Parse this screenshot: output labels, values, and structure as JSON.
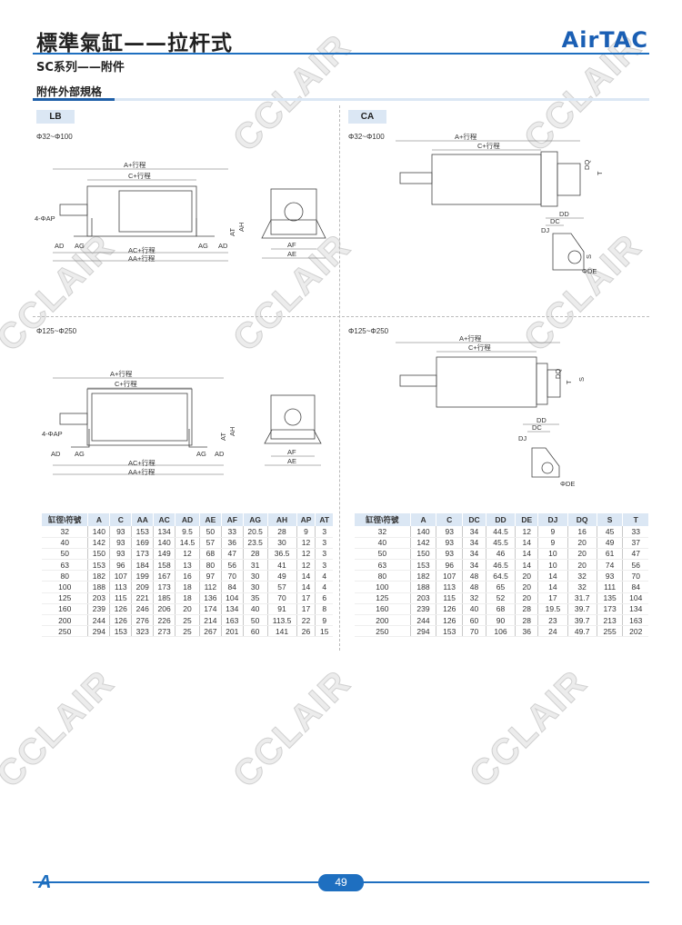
{
  "header": {
    "title": "標準氣缸——拉杆式",
    "brand": "AirTAC",
    "subtitle": "SC系列——附件",
    "section": "附件外部規格"
  },
  "watermark": "CCLAIR",
  "lb": {
    "tag": "LB",
    "range_small": "Φ32~Φ100",
    "range_large": "Φ125~Φ250",
    "labels": {
      "a": "A+行程",
      "c": "C+行程",
      "ac": "AC+行程",
      "aa": "AA+行程",
      "ap": "4-ΦAP",
      "ad": "AD",
      "ag": "AG",
      "at": "AT",
      "ah": "AH",
      "af": "AF",
      "ae": "AE"
    },
    "table": {
      "headers": [
        "缸徑\\符號",
        "A",
        "C",
        "AA",
        "AC",
        "AD",
        "AE",
        "AF",
        "AG",
        "AH",
        "AP",
        "AT"
      ],
      "rows": [
        [
          "32",
          "140",
          "93",
          "153",
          "134",
          "9.5",
          "50",
          "33",
          "20.5",
          "28",
          "9",
          "3"
        ],
        [
          "40",
          "142",
          "93",
          "169",
          "140",
          "14.5",
          "57",
          "36",
          "23.5",
          "30",
          "12",
          "3"
        ],
        [
          "50",
          "150",
          "93",
          "173",
          "149",
          "12",
          "68",
          "47",
          "28",
          "36.5",
          "12",
          "3"
        ],
        [
          "63",
          "153",
          "96",
          "184",
          "158",
          "13",
          "80",
          "56",
          "31",
          "41",
          "12",
          "3"
        ],
        [
          "80",
          "182",
          "107",
          "199",
          "167",
          "16",
          "97",
          "70",
          "30",
          "49",
          "14",
          "4"
        ],
        [
          "100",
          "188",
          "113",
          "209",
          "173",
          "18",
          "112",
          "84",
          "30",
          "57",
          "14",
          "4"
        ],
        [
          "125",
          "203",
          "115",
          "221",
          "185",
          "18",
          "136",
          "104",
          "35",
          "70",
          "17",
          "6"
        ],
        [
          "160",
          "239",
          "126",
          "246",
          "206",
          "20",
          "174",
          "134",
          "40",
          "91",
          "17",
          "8"
        ],
        [
          "200",
          "244",
          "126",
          "276",
          "226",
          "25",
          "214",
          "163",
          "50",
          "113.5",
          "22",
          "9"
        ],
        [
          "250",
          "294",
          "153",
          "323",
          "273",
          "25",
          "267",
          "201",
          "60",
          "141",
          "26",
          "15"
        ]
      ]
    }
  },
  "ca": {
    "tag": "CA",
    "range_small": "Φ32~Φ100",
    "range_large": "Φ125~Φ250",
    "labels": {
      "a": "A+行程",
      "c": "C+行程",
      "dq": "DQ",
      "t": "T",
      "s": "S",
      "dd": "DD",
      "dc": "DC",
      "dj": "DJ",
      "de": "ΦDE"
    },
    "table": {
      "headers": [
        "缸徑\\符號",
        "A",
        "C",
        "DC",
        "DD",
        "DE",
        "DJ",
        "DQ",
        "S",
        "T"
      ],
      "rows": [
        [
          "32",
          "140",
          "93",
          "34",
          "44.5",
          "12",
          "9",
          "16",
          "45",
          "33"
        ],
        [
          "40",
          "142",
          "93",
          "34",
          "45.5",
          "14",
          "9",
          "20",
          "49",
          "37"
        ],
        [
          "50",
          "150",
          "93",
          "34",
          "46",
          "14",
          "10",
          "20",
          "61",
          "47"
        ],
        [
          "63",
          "153",
          "96",
          "34",
          "46.5",
          "14",
          "10",
          "20",
          "74",
          "56"
        ],
        [
          "80",
          "182",
          "107",
          "48",
          "64.5",
          "20",
          "14",
          "32",
          "93",
          "70"
        ],
        [
          "100",
          "188",
          "113",
          "48",
          "65",
          "20",
          "14",
          "32",
          "111",
          "84"
        ],
        [
          "125",
          "203",
          "115",
          "32",
          "52",
          "20",
          "17",
          "31.7",
          "135",
          "104"
        ],
        [
          "160",
          "239",
          "126",
          "40",
          "68",
          "28",
          "19.5",
          "39.7",
          "173",
          "134"
        ],
        [
          "200",
          "244",
          "126",
          "60",
          "90",
          "28",
          "23",
          "39.7",
          "213",
          "163"
        ],
        [
          "250",
          "294",
          "153",
          "70",
          "106",
          "36",
          "24",
          "49.7",
          "255",
          "202"
        ]
      ]
    }
  },
  "footer": {
    "logo": "A",
    "page": "49"
  }
}
